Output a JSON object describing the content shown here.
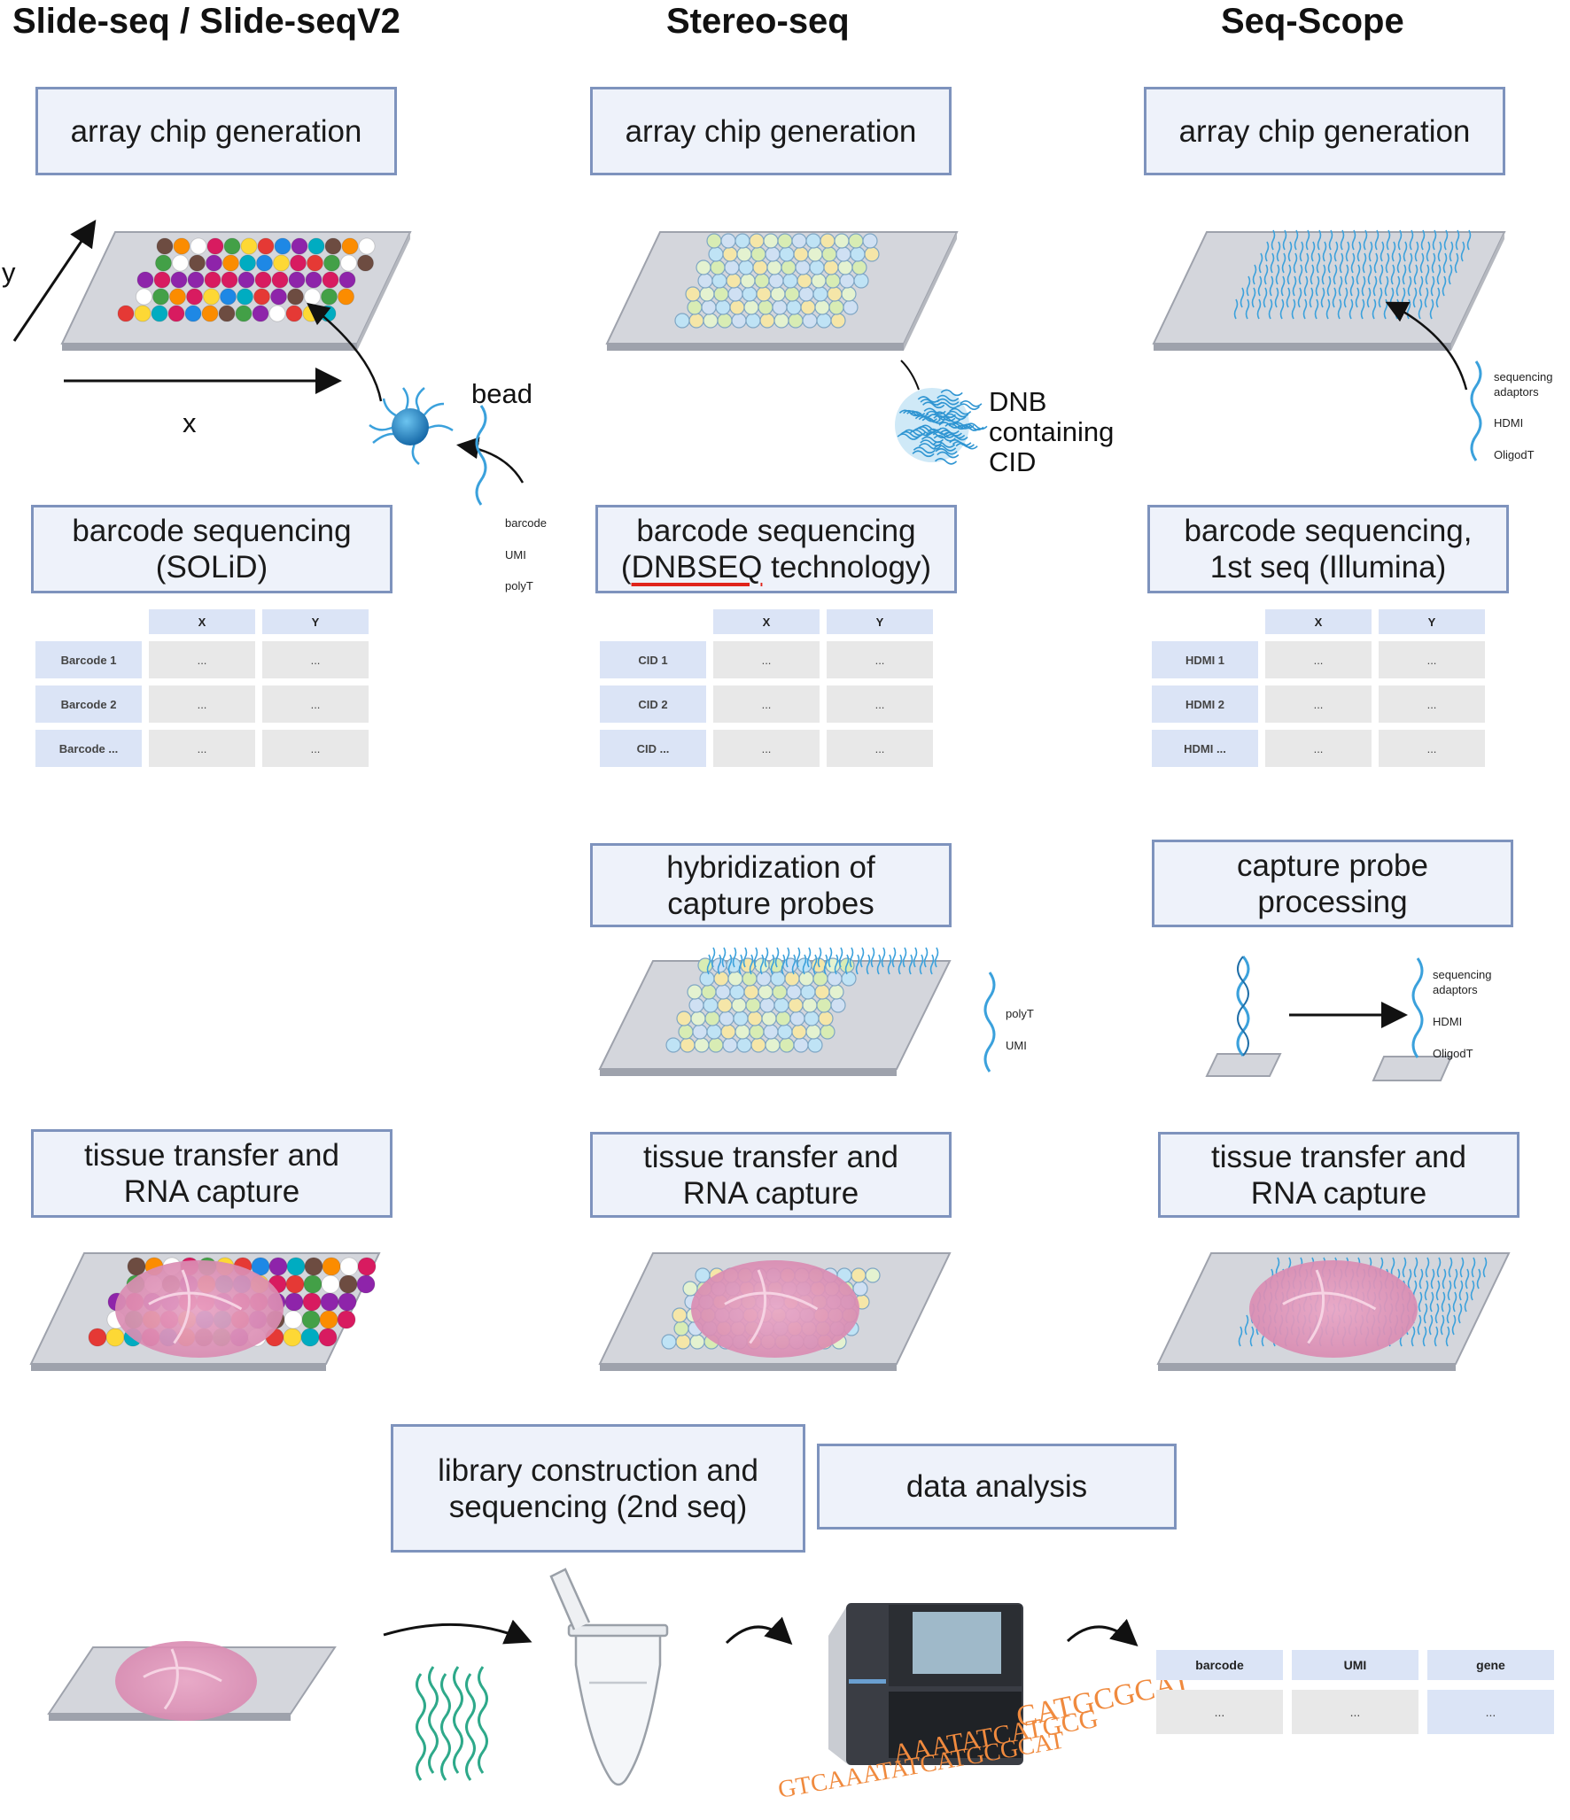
{
  "titles": {
    "col1": "Slide-seq / Slide-seqV2",
    "col2": "Stereo-seq",
    "col3": "Seq-Scope"
  },
  "boxes": {
    "chip1": "array chip generation",
    "chip2": "array chip generation",
    "chip3": "array chip generation",
    "bc1_l1": "barcode sequencing",
    "bc1_l2": "(SOLiD)",
    "bc2_l1": "barcode sequencing",
    "bc2_l2a": "(",
    "bc2_l2b": "DNBSEQ",
    "bc2_l2c": " technology)",
    "bc3_l1": "barcode sequencing,",
    "bc3_l2": "1st seq (Illumina)",
    "hyb_l1": "hybridization of",
    "hyb_l2": "capture probes",
    "cpp_l1": "capture probe",
    "cpp_l2": "processing",
    "tt1_l1": "tissue transfer and",
    "tt1_l2": "RNA capture",
    "tt2_l1": "tissue transfer and",
    "tt2_l2": "RNA capture",
    "tt3_l1": "tissue transfer and",
    "tt3_l2": "RNA capture",
    "lib_l1": "library construction and",
    "lib_l2": "sequencing (2nd seq)",
    "analysis": "data analysis"
  },
  "labels": {
    "axis_y": "y",
    "axis_x": "x",
    "bead": "bead",
    "dnb_l1": "DNB",
    "dnb_l2": "containing",
    "dnb_l3": "CID",
    "bead_probe": [
      "barcode",
      "UMI",
      "polyT"
    ],
    "seqscope_probe": [
      "sequencing",
      "adaptors",
      "HDMI",
      "OligodT"
    ],
    "stereo_probe": [
      "polyT",
      "UMI"
    ],
    "cpp_probe": [
      "sequencing",
      "adaptors",
      "HDMI",
      "OligodT"
    ],
    "seq_text": [
      "CATGCGCAT",
      "AAATATCATGCG",
      "GTCAAATATCATGCGCAT"
    ]
  },
  "tables": {
    "t1": {
      "cols": [
        "X",
        "Y"
      ],
      "rows": [
        [
          "Barcode 1",
          "...",
          "..."
        ],
        [
          "Barcode 2",
          "...",
          "..."
        ],
        [
          "Barcode ...",
          "...",
          "..."
        ]
      ]
    },
    "t2": {
      "cols": [
        "X",
        "Y"
      ],
      "rows": [
        [
          "CID 1",
          "...",
          "..."
        ],
        [
          "CID 2",
          "...",
          "..."
        ],
        [
          "CID ...",
          "...",
          "..."
        ]
      ]
    },
    "t3": {
      "cols": [
        "X",
        "Y"
      ],
      "rows": [
        [
          "HDMI 1",
          "...",
          "..."
        ],
        [
          "HDMI 2",
          "...",
          "..."
        ],
        [
          "HDMI ...",
          "...",
          "..."
        ]
      ]
    },
    "final": {
      "cols": [
        "barcode",
        "UMI",
        "gene"
      ],
      "row": [
        "...",
        "...",
        "..."
      ]
    }
  },
  "colors": {
    "box_border": "#7e93bd",
    "box_fill": "#eef2fa",
    "header_cell": "#dbe4f6",
    "data_cell": "#e8e8e8",
    "slide_top": "#d4d6dc",
    "slide_edge": "#9ea2ac",
    "probe_blue": "#3ba1dc",
    "tissue": "#e6a2c0",
    "dna_green": "#2ea98a",
    "seq_orange": "#f08a3e",
    "underline_red": "#e0241b"
  }
}
